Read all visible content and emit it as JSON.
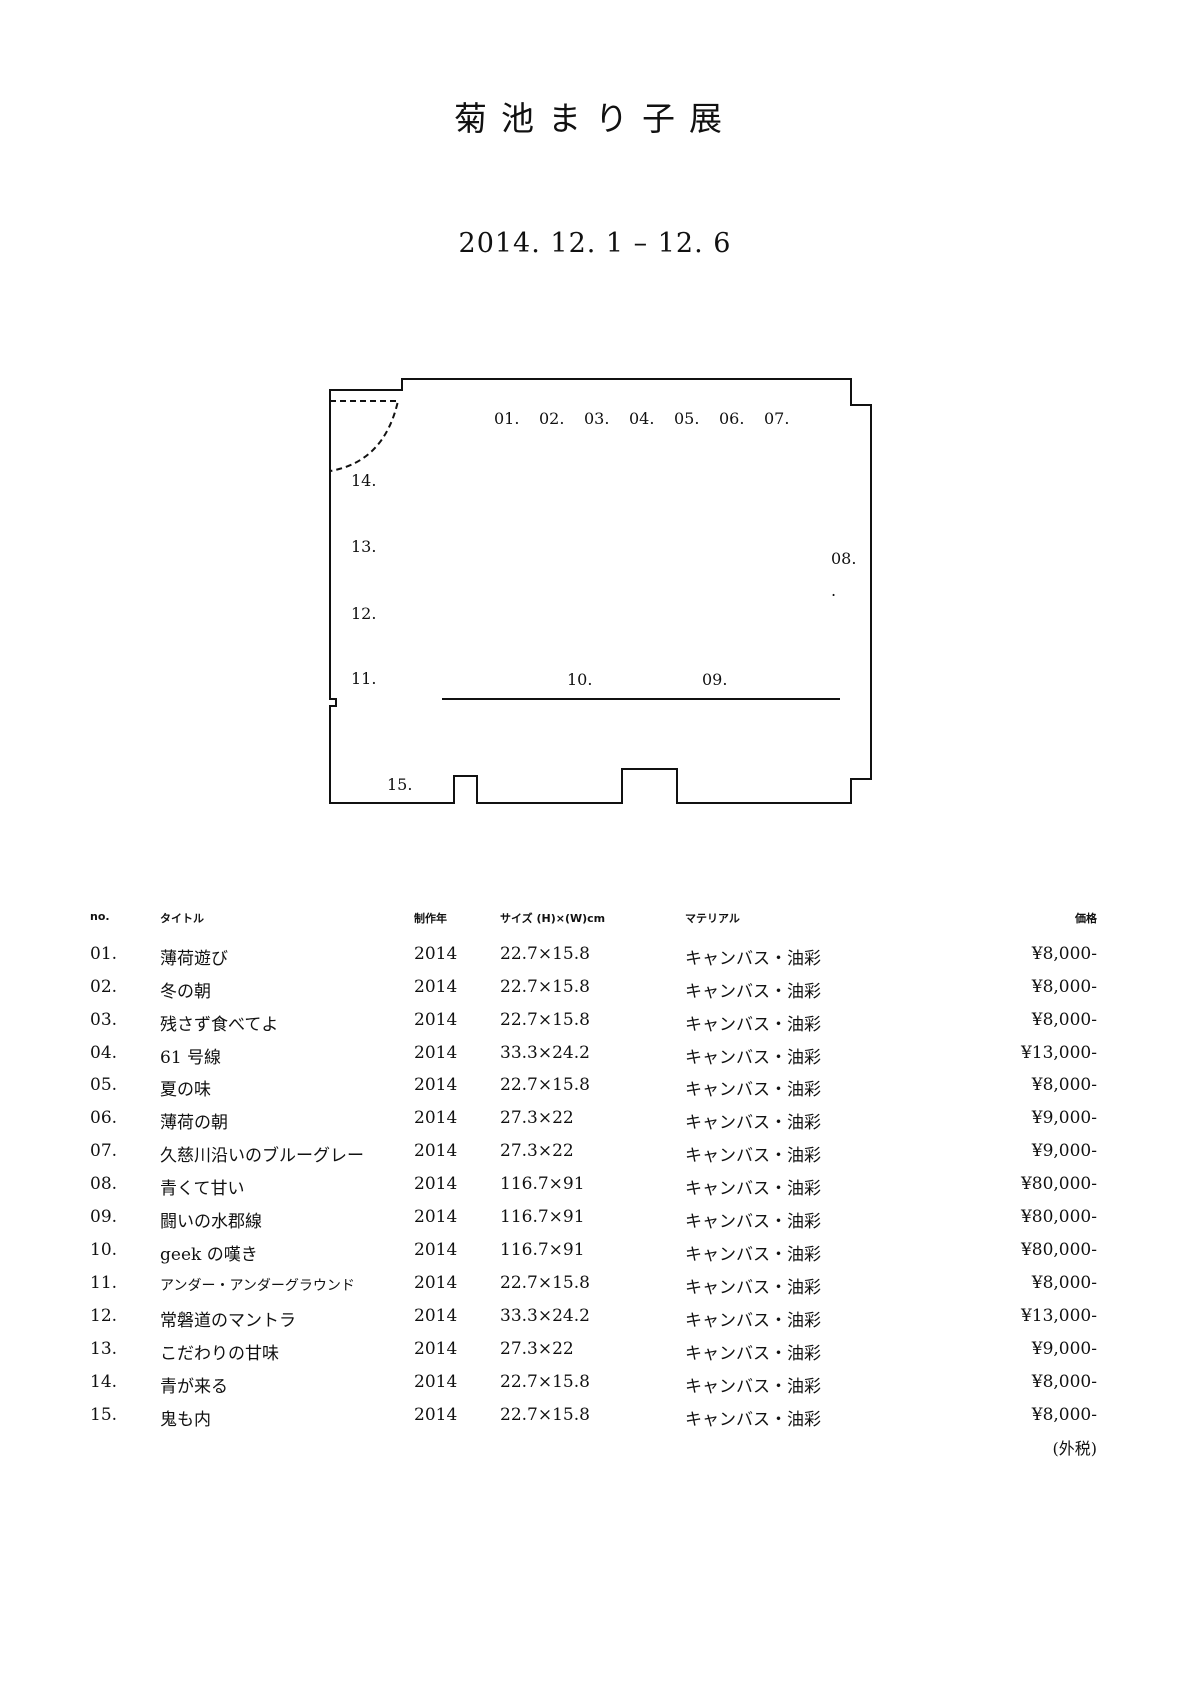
{
  "title": "菊池まり子展",
  "dates": "2014. 12. 1 – 12. 6",
  "floorplan": {
    "labels": [
      "01.",
      "02.",
      "03.",
      "04.",
      "05.",
      "06.",
      "07.",
      "08.",
      ".",
      "09.",
      "10.",
      "11.",
      "12.",
      "13.",
      "14.",
      "15."
    ]
  },
  "table": {
    "headers": {
      "no": "no.",
      "title": "タイトル",
      "year": "制作年",
      "size": "サイズ (H)×(W)cm",
      "material": "マテリアル",
      "price": "価格"
    },
    "rows": [
      {
        "no": "01.",
        "title": "薄荷遊び",
        "year": "2014",
        "size": "22.7×15.8",
        "material": "キャンバス・油彩",
        "price": "¥8,000-"
      },
      {
        "no": "02.",
        "title": "冬の朝",
        "year": "2014",
        "size": "22.7×15.8",
        "material": "キャンバス・油彩",
        "price": "¥8,000-"
      },
      {
        "no": "03.",
        "title": "残さず食べてよ",
        "year": "2014",
        "size": "22.7×15.8",
        "material": "キャンバス・油彩",
        "price": "¥8,000-"
      },
      {
        "no": "04.",
        "title": "61 号線",
        "year": "2014",
        "size": "33.3×24.2",
        "material": "キャンバス・油彩",
        "price": "¥13,000-"
      },
      {
        "no": "05.",
        "title": "夏の味",
        "year": "2014",
        "size": "22.7×15.8",
        "material": "キャンバス・油彩",
        "price": "¥8,000-"
      },
      {
        "no": "06.",
        "title": "薄荷の朝",
        "year": "2014",
        "size": "27.3×22",
        "material": "キャンバス・油彩",
        "price": "¥9,000-"
      },
      {
        "no": "07.",
        "title": "久慈川沿いのブルーグレー",
        "year": "2014",
        "size": "27.3×22",
        "material": "キャンバス・油彩",
        "price": "¥9,000-"
      },
      {
        "no": "08.",
        "title": "青くて甘い",
        "year": "2014",
        "size": "116.7×91",
        "material": "キャンバス・油彩",
        "price": "¥80,000-"
      },
      {
        "no": "09.",
        "title": "闘いの水郡線",
        "year": "2014",
        "size": "116.7×91",
        "material": "キャンバス・油彩",
        "price": "¥80,000-"
      },
      {
        "no": "10.",
        "title": "geek の嘆き",
        "year": "2014",
        "size": "116.7×91",
        "material": "キャンバス・油彩",
        "price": "¥80,000-"
      },
      {
        "no": "11.",
        "title": "アンダー・アンダーグラウンド",
        "year": "2014",
        "size": "22.7×15.8",
        "material": "キャンバス・油彩",
        "price": "¥8,000-"
      },
      {
        "no": "12.",
        "title": "常磐道のマントラ",
        "year": "2014",
        "size": "33.3×24.2",
        "material": "キャンバス・油彩",
        "price": "¥13,000-"
      },
      {
        "no": "13.",
        "title": "こだわりの甘味",
        "year": "2014",
        "size": "27.3×22",
        "material": "キャンバス・油彩",
        "price": "¥9,000-"
      },
      {
        "no": "14.",
        "title": "青が来る",
        "year": "2014",
        "size": "22.7×15.8",
        "material": "キャンバス・油彩",
        "price": "¥8,000-"
      },
      {
        "no": "15.",
        "title": "鬼も内",
        "year": "2014",
        "size": "22.7×15.8",
        "material": "キャンバス・油彩",
        "price": "¥8,000-"
      }
    ],
    "tax_note": "(外税)"
  }
}
